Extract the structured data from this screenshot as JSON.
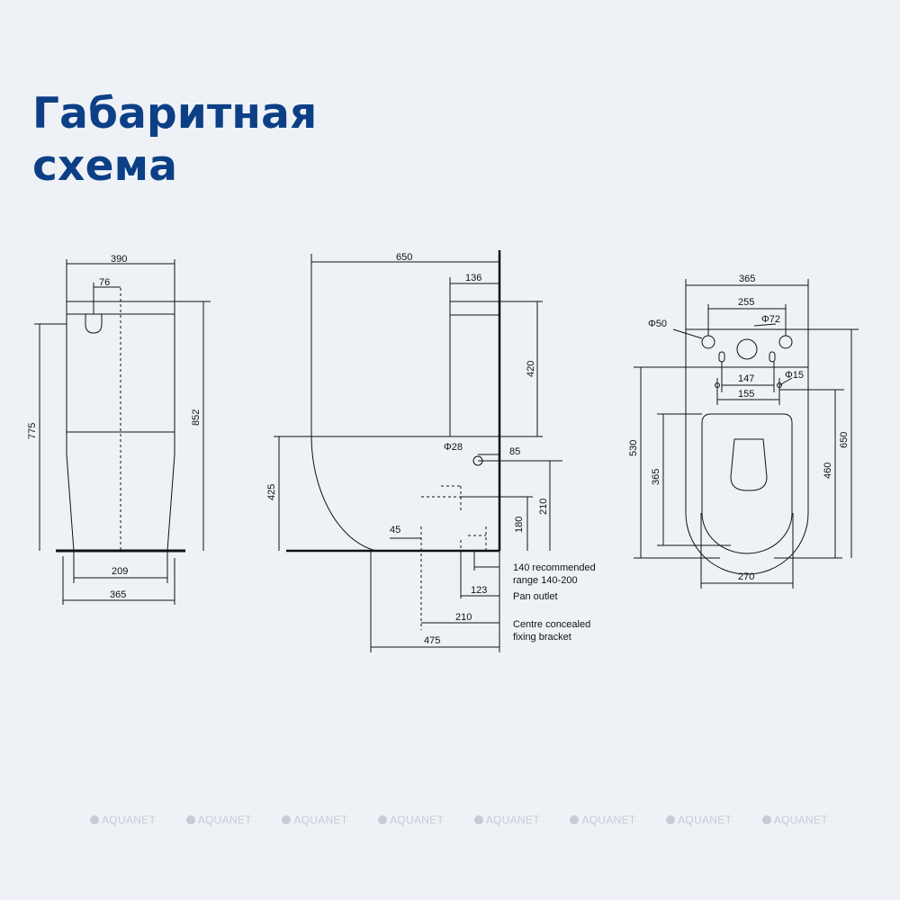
{
  "title": {
    "line1": "Габаритная",
    "line2": "схема"
  },
  "front_view": {
    "dims": [
      "390",
      "76",
      "775",
      "852",
      "209",
      "365"
    ]
  },
  "side_view": {
    "dims": [
      "650",
      "136",
      "420",
      "Φ28",
      "85",
      "425",
      "210",
      "180",
      "45",
      "123",
      "210",
      "475"
    ],
    "notes": {
      "recommended_1": "140 recommended",
      "recommended_2": "range 140-200",
      "pan_outlet": "Pan outlet",
      "fixing_1": "Centre concealed",
      "fixing_2": "fixing bracket"
    }
  },
  "top_view": {
    "dims": [
      "365",
      "255",
      "Φ50",
      "Φ72",
      "147",
      "Φ15",
      "155",
      "530",
      "365",
      "460",
      "650",
      "270"
    ]
  },
  "watermark": {
    "text": "AQUANET",
    "count": 8,
    "color": "#c6ccd4"
  },
  "colors": {
    "title": "#0c3f86",
    "background": "#eef2f6",
    "line": "#111111"
  }
}
